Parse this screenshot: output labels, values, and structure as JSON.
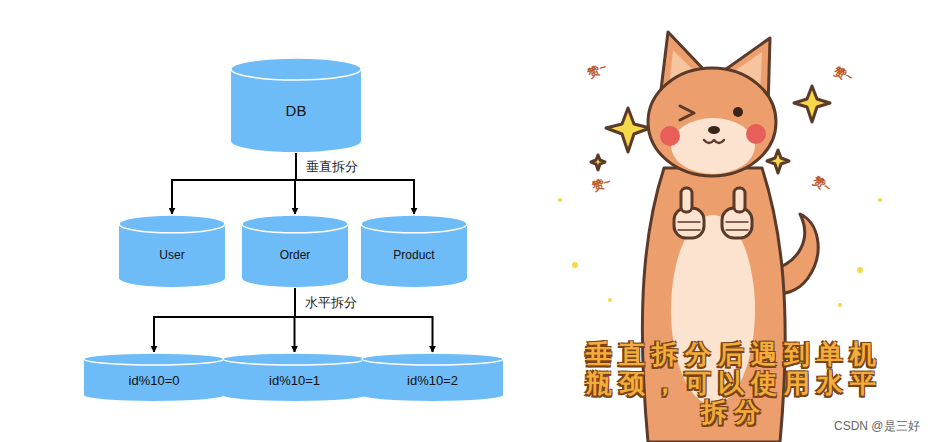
{
  "diagram": {
    "nodes": [
      {
        "text": [
          "DB"
        ]
      },
      {
        "text": [
          "User"
        ]
      },
      {
        "text": [
          "Order"
        ]
      },
      {
        "text": [
          "Product"
        ]
      },
      {
        "text": [
          "id%10=0"
        ]
      },
      {
        "text": [
          "id%10=1"
        ]
      },
      {
        "text": [
          "id%10=2"
        ]
      }
    ],
    "edges": [
      {
        "from": 0,
        "to": 1,
        "arrow": "to"
      },
      {
        "from": 0,
        "to": 2,
        "label": "垂直拆分",
        "arrow": "to"
      },
      {
        "from": 0,
        "to": 3,
        "arrow": "to"
      },
      {
        "from": 2,
        "to": 4,
        "arrow": "to"
      },
      {
        "from": 2,
        "to": 5,
        "label": "水平拆分",
        "arrow": "to"
      },
      {
        "from": 2,
        "to": 6,
        "arrow": "to"
      }
    ],
    "labels": [
      "赞~",
      "赞~",
      "赞~",
      "赞~",
      "垂直拆分后遇到单机瓶颈，可以使用水平拆分",
      "CSDN @是三好"
    ]
  }
}
